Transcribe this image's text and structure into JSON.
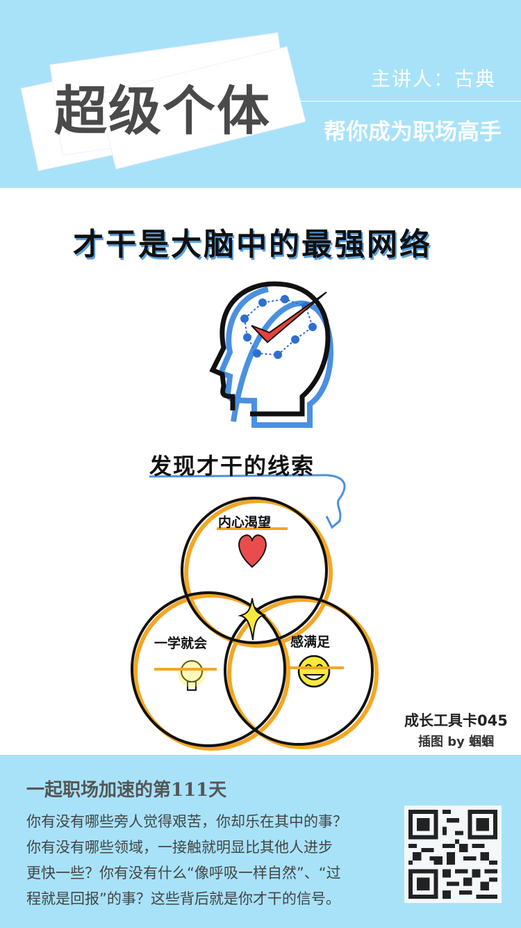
{
  "header": {
    "title": "超级个体",
    "speaker": "主讲人：古典",
    "slogan": "帮你成为职场高手"
  },
  "art": {
    "heading": "才干是大脑中的最强网络",
    "subheading": "发现才干的线索",
    "circles": [
      "内心渴望",
      "一学就会",
      "感满足"
    ],
    "card_no": "成长工具卡045",
    "credit": "插图 by 蝈蝈"
  },
  "footer": {
    "title": "一起职场加速的第111天",
    "lines": [
      "你有没有哪些旁人觉得艰苦，你却乐在其中的事？",
      "你有没有哪些领域，一接触就明显比其他人进步",
      "更快一些？你有没有什么“像呼吸一样自然”、“过",
      "程就是回报”的事？这些背后就是你才干的信号。"
    ]
  },
  "colors": {
    "header_bg": "#a8e2f9",
    "accent_orange": "#f5a623",
    "heart": "#e84c4c",
    "check": "#e8403a",
    "network": "#2f6fd0"
  }
}
